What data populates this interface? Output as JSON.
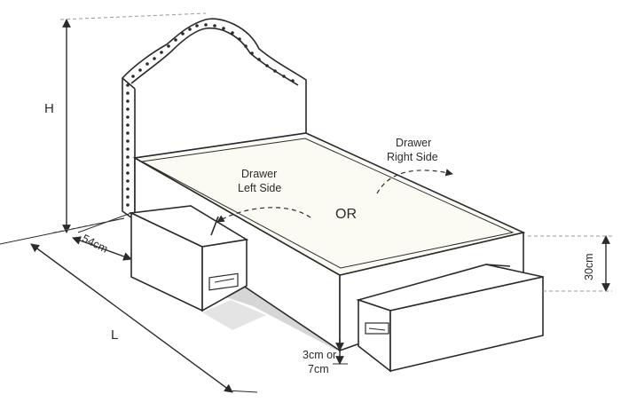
{
  "labels": {
    "height": "H",
    "length": "L",
    "depth": "54cm",
    "base_height": "30cm",
    "leg_line1": "3cm or",
    "leg_line2": "7cm",
    "drawer_left_line1": "Drawer",
    "drawer_left_line2": "Left Side",
    "drawer_right_line1": "Drawer",
    "drawer_right_line2": "Right Side",
    "or": "OR"
  },
  "colors": {
    "line": "#2b2b2b",
    "guide": "#9a9a9a",
    "mattress": "#fbfbf4",
    "shadow": "#d4d4d4",
    "fill": "#ffffff"
  }
}
